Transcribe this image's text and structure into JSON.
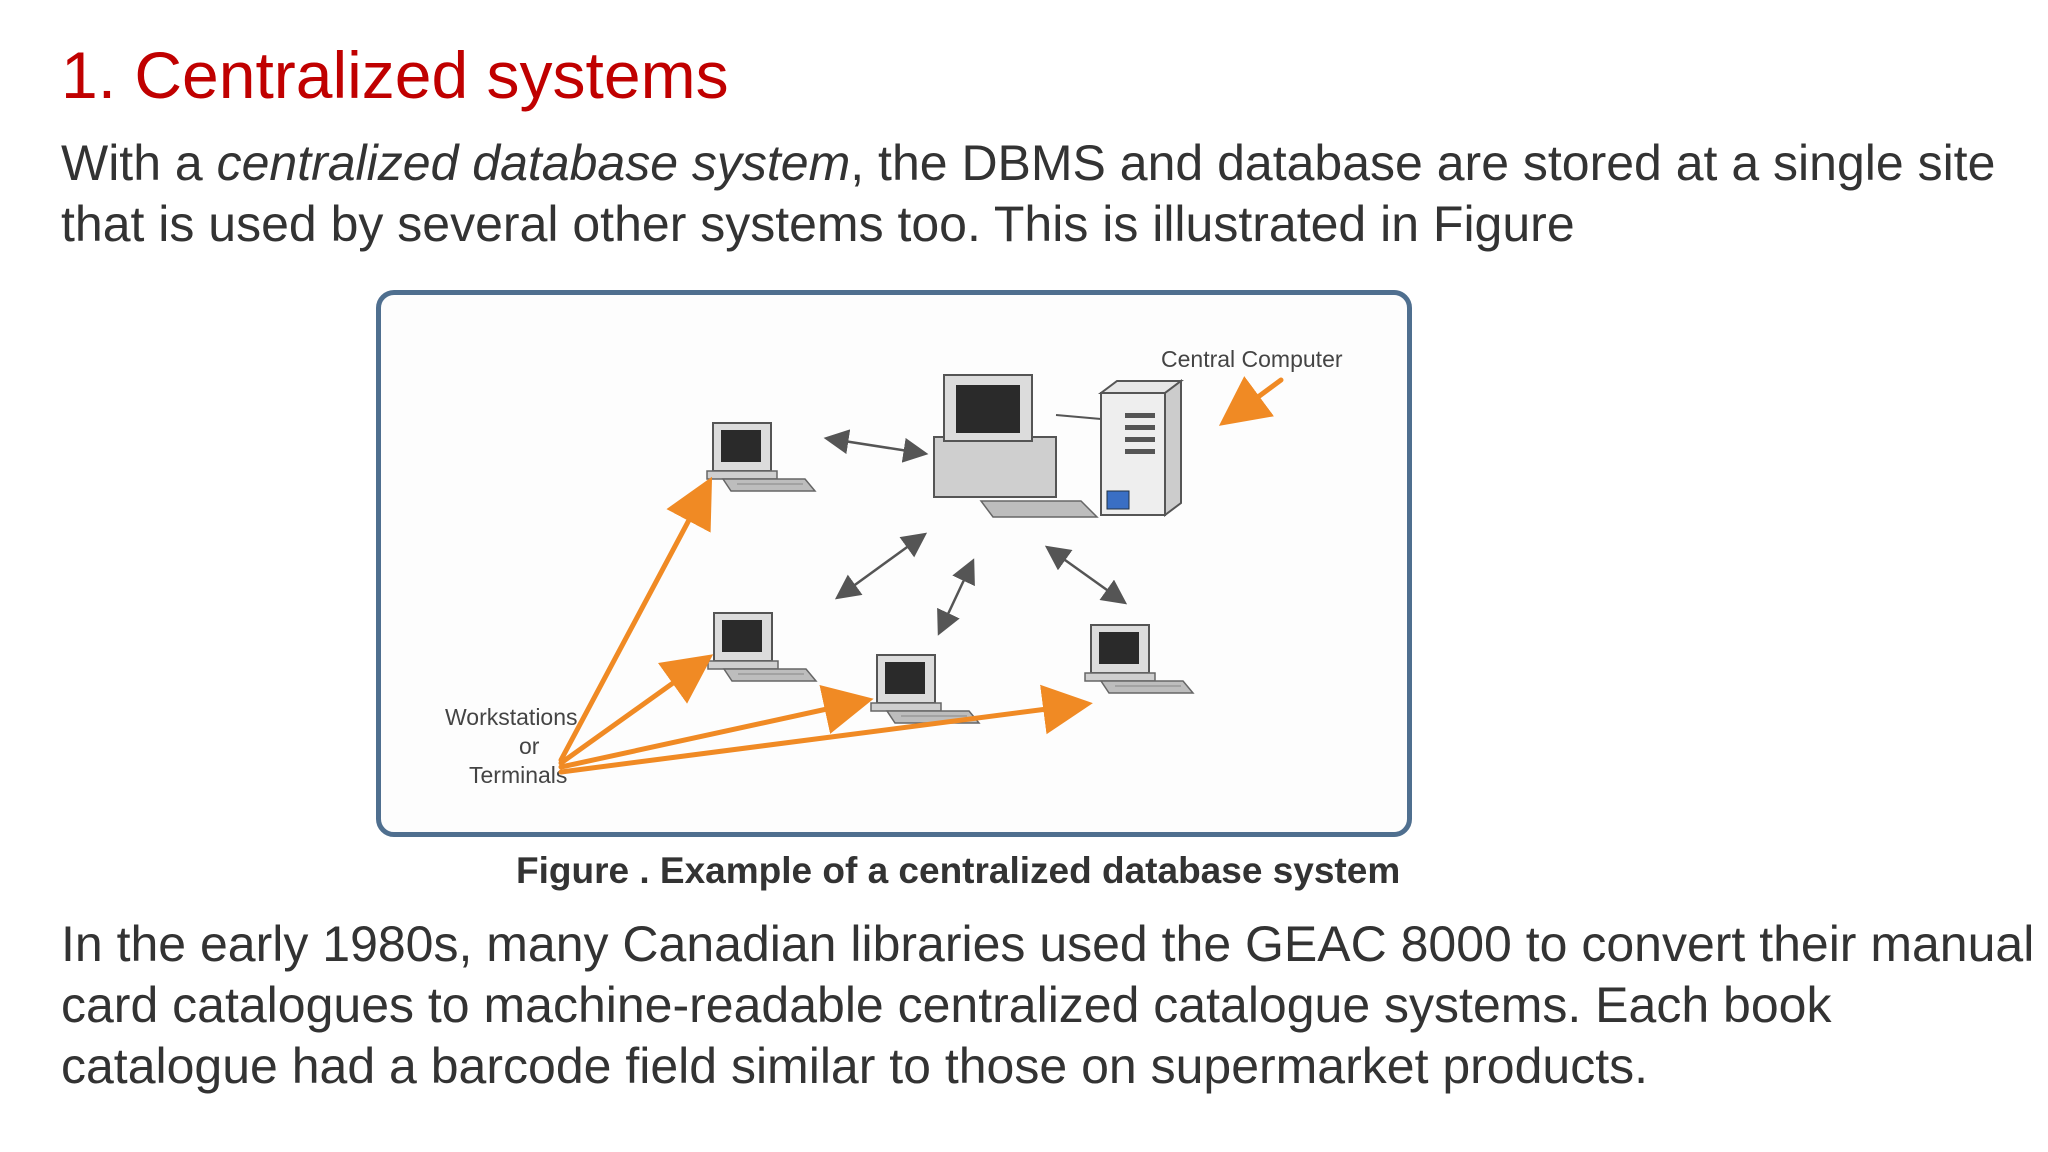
{
  "slide": {
    "title": "1. Centralized systems",
    "intro": {
      "before": "With a ",
      "emphasis": "centralized database system",
      "after": ", the DBMS and database are stored at a single site that is used by several other systems too. This is illustrated in Figure"
    },
    "figure": {
      "label_central": "Central Computer",
      "label_workstations_line1": "Workstations",
      "label_workstations_line2": "or",
      "label_workstations_line3": "Terminals",
      "caption": "Figure . Example of a centralized database system",
      "colors": {
        "arrow": "#f08a24",
        "frame": "#4f6f8f",
        "connector": "#555555"
      },
      "icons": [
        "desktop-computer-icon",
        "server-tower-icon",
        "terminal-icon"
      ]
    },
    "body": "In the early 1980s, many Canadian libraries used the GEAC 8000 to convert their manual card catalogues to machine-readable centralized catalogue systems. Each book catalogue had a barcode field similar to those on supermarket products."
  }
}
